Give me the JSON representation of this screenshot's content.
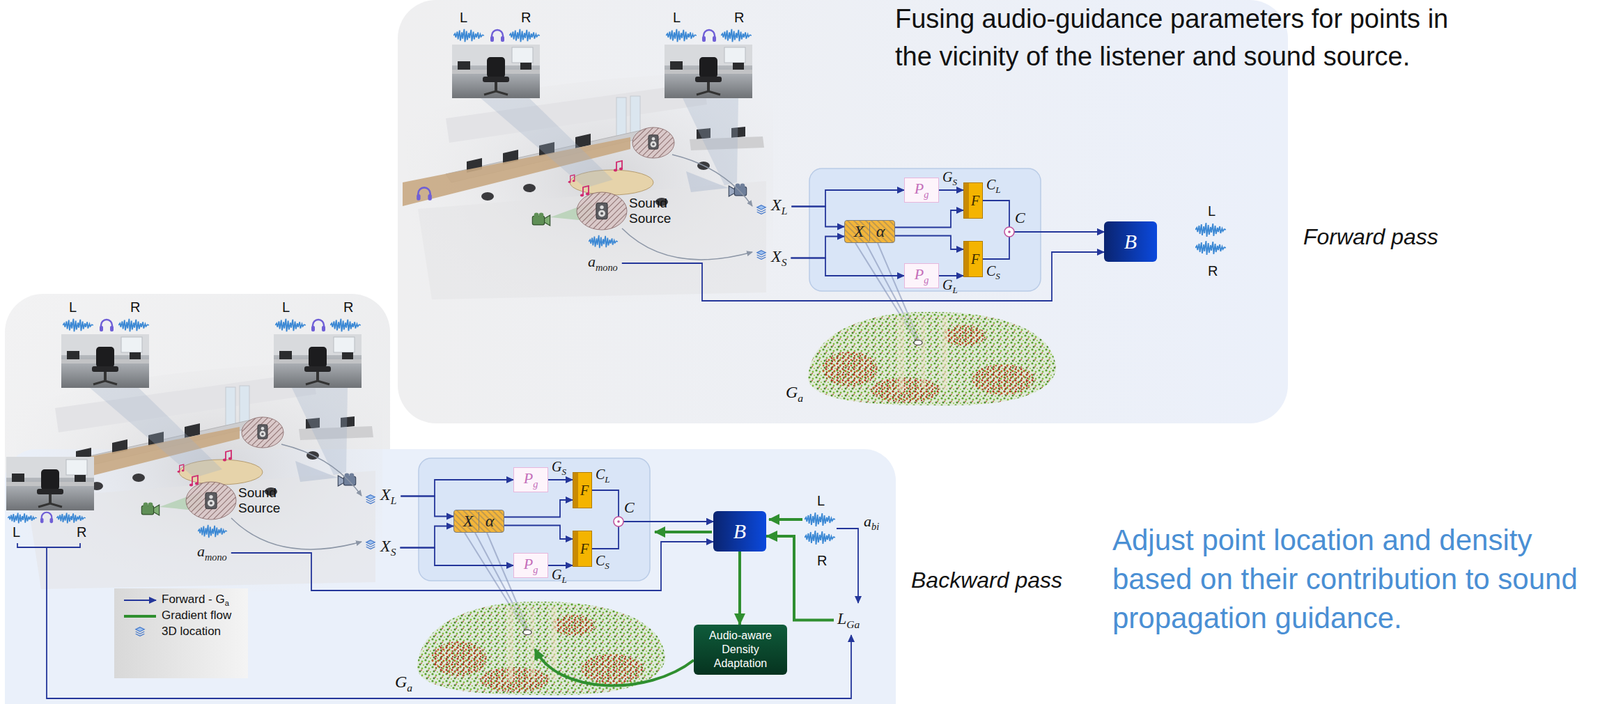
{
  "diagram": {
    "nodes": [
      {
        "text": [
          "XL"
        ]
      },
      {
        "text": [
          "XS"
        ]
      },
      {
        "text": [
          "amono"
        ]
      },
      {
        "text": [
          "X",
          "α"
        ]
      },
      {
        "text": [
          "Pg"
        ]
      },
      {
        "text": [
          "Pg"
        ]
      },
      {
        "text": [
          "F"
        ]
      },
      {
        "text": [
          "F"
        ]
      },
      {
        "text": [
          "B"
        ]
      },
      {
        "text": [
          "XL"
        ]
      },
      {
        "text": [
          "XS"
        ]
      },
      {
        "text": [
          "amono"
        ]
      },
      {
        "text": [
          "X",
          "α"
        ]
      },
      {
        "text": [
          "Pg"
        ]
      },
      {
        "text": [
          "Pg"
        ]
      },
      {
        "text": [
          "F"
        ]
      },
      {
        "text": [
          "F"
        ]
      },
      {
        "text": [
          "B"
        ]
      },
      {
        "text": [
          "Audio-aware Density Adaptation"
        ]
      },
      {
        "text": [
          "LGa"
        ]
      }
    ],
    "edges": [
      {
        "from": 0,
        "to": 4,
        "arrow": "to"
      },
      {
        "from": 0,
        "to": 3,
        "arrow": "to"
      },
      {
        "from": 1,
        "to": 5,
        "arrow": "to"
      },
      {
        "from": 1,
        "to": 3,
        "arrow": "to"
      },
      {
        "from": 3,
        "to": 6,
        "arrow": "to"
      },
      {
        "from": 3,
        "to": 7,
        "arrow": "to"
      },
      {
        "from": 4,
        "to": 6,
        "label": "GS",
        "arrow": "to"
      },
      {
        "from": 5,
        "to": 7,
        "label": "GL",
        "arrow": "to"
      },
      {
        "from": 6,
        "to": 8,
        "label": "CL",
        "arrow": "to"
      },
      {
        "from": 7,
        "to": 8,
        "label": "CS",
        "arrow": "to"
      },
      {
        "from": 2,
        "to": 8,
        "arrow": "to"
      },
      {
        "from": 9,
        "to": 13,
        "arrow": "to"
      },
      {
        "from": 9,
        "to": 12,
        "arrow": "to"
      },
      {
        "from": 10,
        "to": 14,
        "arrow": "to"
      },
      {
        "from": 10,
        "to": 12,
        "arrow": "to"
      },
      {
        "from": 12,
        "to": 15,
        "arrow": "to"
      },
      {
        "from": 12,
        "to": 16,
        "arrow": "to"
      },
      {
        "from": 13,
        "to": 15,
        "label": "GS",
        "arrow": "to"
      },
      {
        "from": 14,
        "to": 16,
        "label": "GL",
        "arrow": "to"
      },
      {
        "from": 15,
        "to": 17,
        "label": "CL",
        "arrow": "to"
      },
      {
        "from": 16,
        "to": 17,
        "label": "CS",
        "arrow": "to"
      },
      {
        "from": 11,
        "to": 17,
        "arrow": "to"
      },
      {
        "from": 17,
        "to": 18,
        "arrow": "to"
      },
      {
        "from": 19,
        "to": 17,
        "arrow": "to"
      }
    ],
    "labels": [
      "Fusing audio-guidance parameters for points in the vicinity of the listener and sound source.",
      "Forward pass",
      "Backward pass",
      "Adjust point location and density based on their contribution to sound propagation guidance.",
      "L",
      "R",
      "L",
      "R",
      "Sound Source",
      "Ga",
      "C",
      "L",
      "R",
      "L",
      "R",
      "L",
      "R",
      "L",
      "R",
      "Sound Source",
      "Ga",
      "C",
      "L",
      "R",
      "abi"
    ],
    "legend": [
      {
        "text": "Forward - Ga"
      },
      {
        "text": "Gradient flow"
      },
      {
        "text": "3D location"
      }
    ]
  }
}
